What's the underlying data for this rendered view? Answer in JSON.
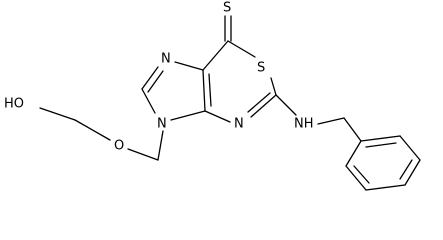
{
  "molecule": {
    "atoms": {
      "thione_s": "S",
      "ring_s": "S",
      "n7": "N",
      "n9": "N",
      "n3": "N",
      "hydroxyl": "HO",
      "ether_o": "O",
      "amine": "NH"
    }
  }
}
